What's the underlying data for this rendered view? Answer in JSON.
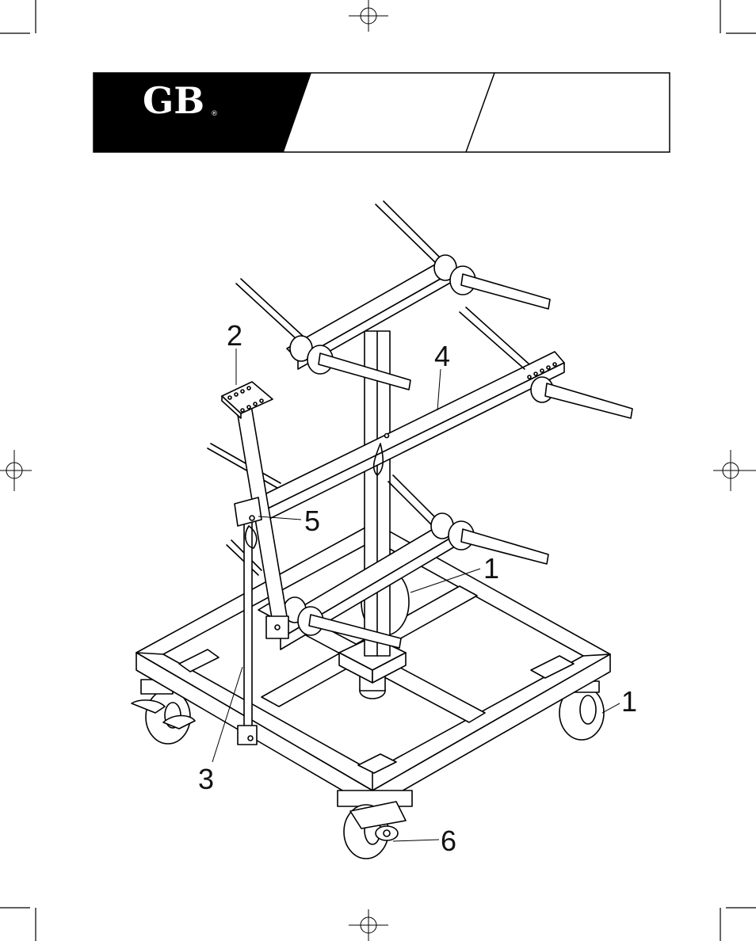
{
  "header": {
    "logo_text": "GB",
    "logo_mark": "®"
  },
  "callouts": [
    {
      "label": "2"
    },
    {
      "label": "4"
    },
    {
      "label": "5"
    },
    {
      "label": "1"
    },
    {
      "label": "1"
    },
    {
      "label": "3"
    },
    {
      "label": "6"
    }
  ],
  "icons": {
    "registration_marks": "crosshair-icon",
    "crop_marks": "crop-mark-icon"
  }
}
